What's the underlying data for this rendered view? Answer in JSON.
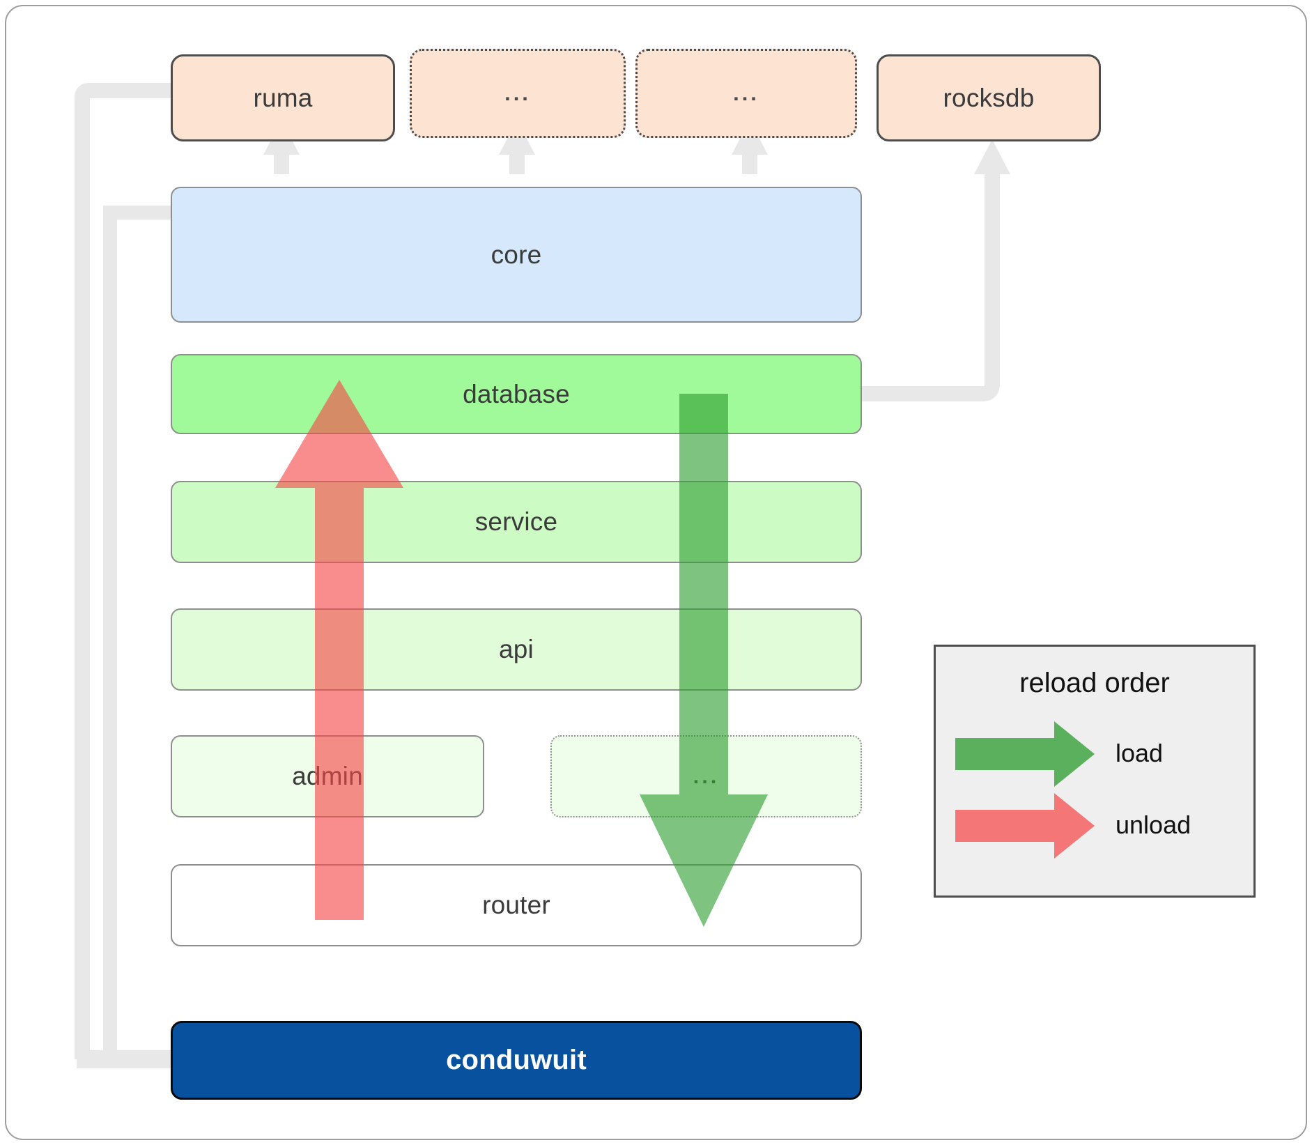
{
  "diagram": {
    "title": "conduwuit crate architecture / reload order",
    "frame": {
      "border_color": "#9e9e9e",
      "background": "#ffffff"
    },
    "dependencies_row": [
      {
        "label": "ruma",
        "style": "solid",
        "fill": "#fde3d2"
      },
      {
        "label": "...",
        "style": "dotted",
        "fill": "#fde3d2"
      },
      {
        "label": "...",
        "style": "dotted",
        "fill": "#fde3d2"
      },
      {
        "label": "rocksdb",
        "style": "solid",
        "fill": "#fde3d2"
      }
    ],
    "layers": [
      {
        "label": "core",
        "fill": "#d5e8fc",
        "style": "solid",
        "text_color": "#3b3b3b"
      },
      {
        "label": "database",
        "fill": "#a0fa9a",
        "style": "solid",
        "text_color": "#3b3b3b"
      },
      {
        "label": "service",
        "fill": "#ccfbc4",
        "style": "solid",
        "text_color": "#3b3b3b"
      },
      {
        "label": "api",
        "fill": "#e0fcd9",
        "style": "solid",
        "text_color": "#3b3b3b"
      },
      {
        "label": "admin",
        "fill": "#effdeb",
        "style": "solid",
        "text_color": "#3b3b3b"
      },
      {
        "label": "...",
        "fill": "#effdeb",
        "style": "dotted",
        "text_color": "#3b3b3b"
      },
      {
        "label": "router",
        "fill": "#ffffff",
        "style": "solid",
        "text_color": "#3b3b3b"
      }
    ],
    "binary": {
      "label": "conduwuit",
      "fill": "#07519e",
      "text_color": "#ffffff"
    },
    "legend": {
      "title": "reload order",
      "items": [
        {
          "label": "load",
          "color": "#55a84f"
        },
        {
          "label": "unload",
          "color": "#f98a8a"
        }
      ]
    },
    "colors": {
      "connector_grey": "#e8e8e8",
      "load_green": "#55a84f",
      "unload_red": "#f98a8a",
      "layer_border": "#8e8e8e",
      "dep_border": "#4d4d4d"
    }
  }
}
